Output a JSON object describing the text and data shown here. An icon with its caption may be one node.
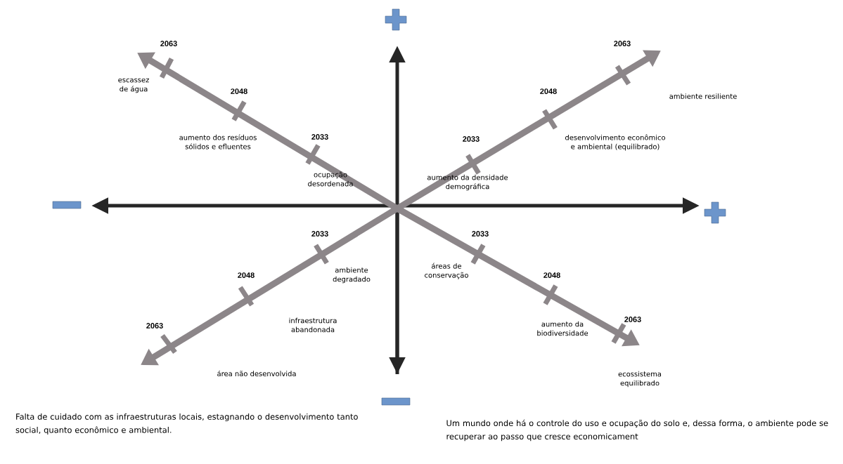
{
  "diagram": {
    "labels": [
      "2063",
      "2063",
      "escassez de água",
      "2048",
      "2048",
      "ambiente resiliente",
      "aumento dos resíduos sólidos e efluentes",
      "2033",
      "2033",
      "desenvolvimento econômico e ambiental (equilibrado)",
      "ocupação desordenada",
      "aumento da densidade demográfica",
      "2033",
      "2033",
      "ambiente degradado",
      "áreas de conservação",
      "2048",
      "2048",
      "infraestrutura abandonada",
      "aumento da biodiversidade",
      "2063",
      "2063",
      "área não desenvolvida",
      "ecossistema equilibrado",
      "Falta de cuidado com as infraestruturas locais, estagnando o desenvolvimento tanto social, quanto econômico e ambiental.",
      "Um mundo onde há o controle do uso e ocupação do solo e, dessa forma, o ambiente pode se recuperar ao passo que cresce economicament"
    ]
  }
}
